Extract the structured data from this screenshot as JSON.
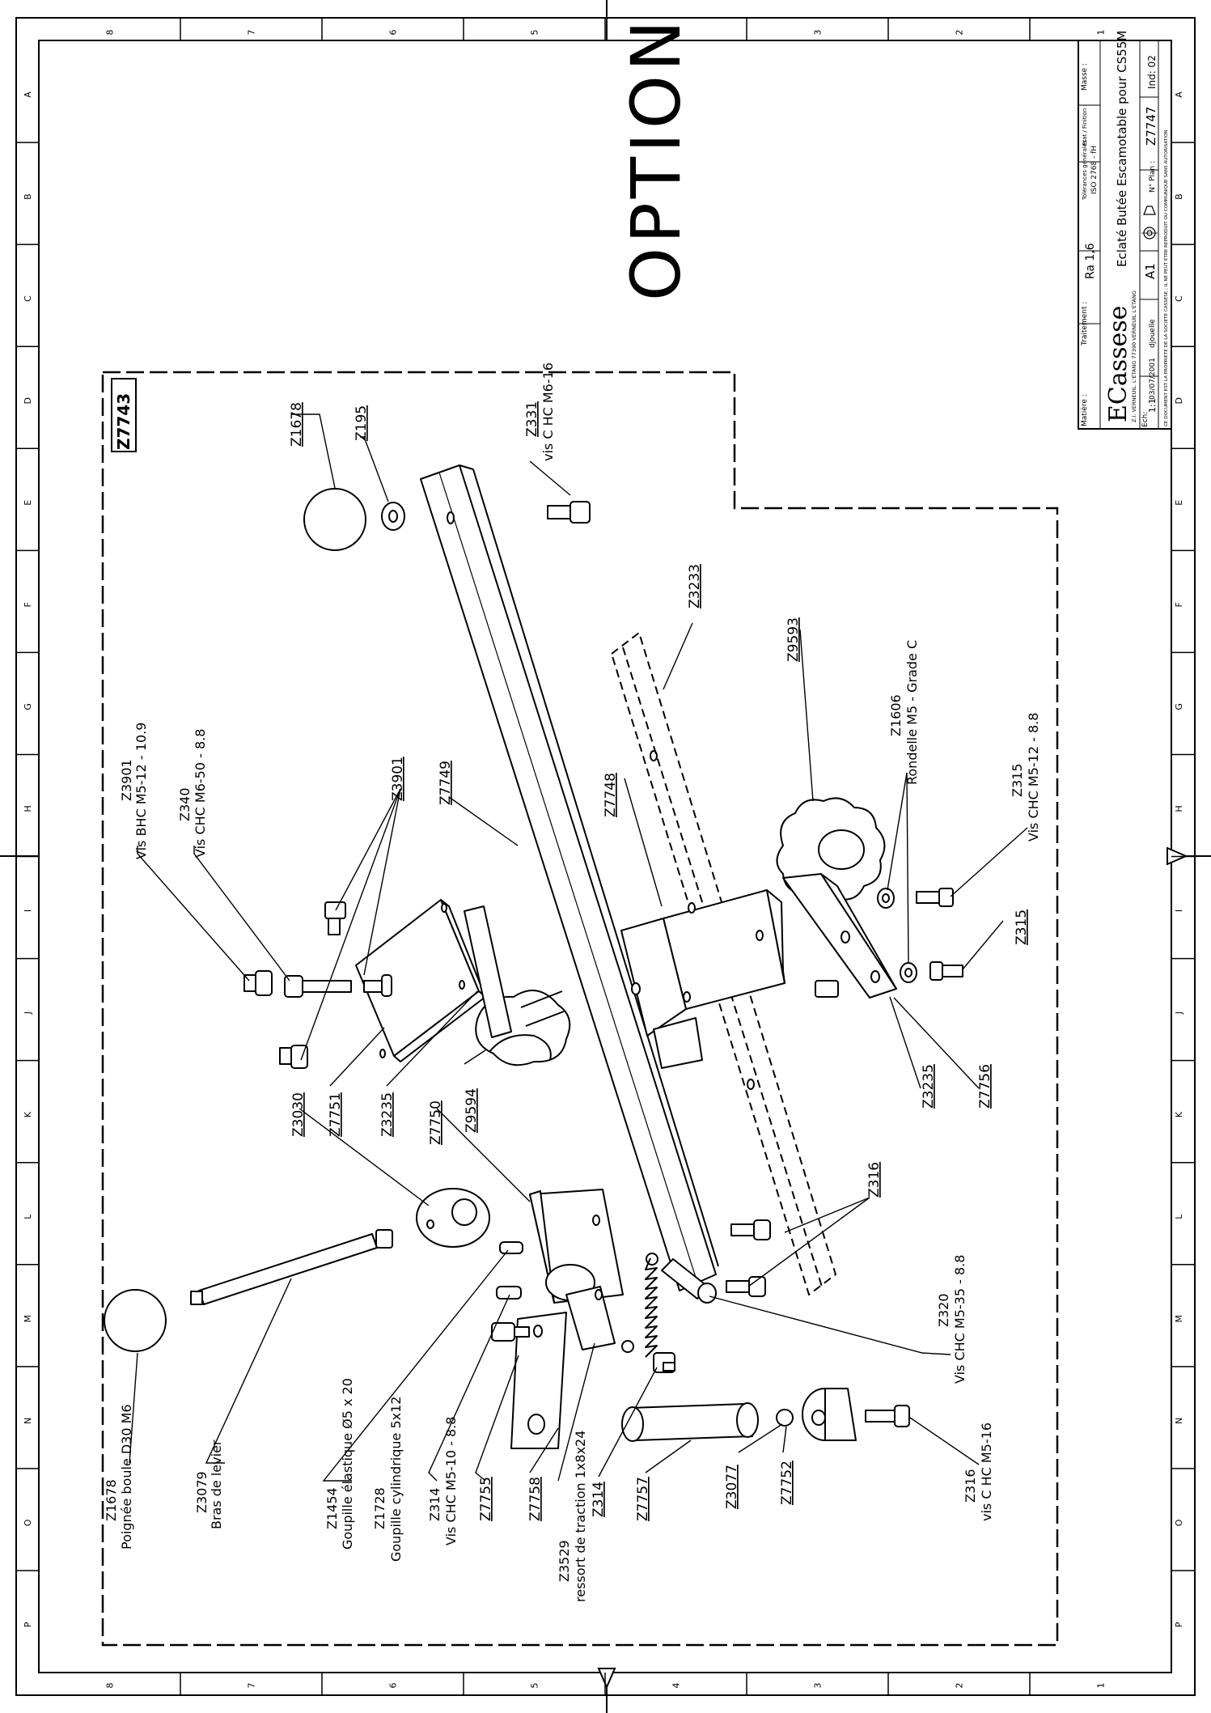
{
  "grid": {
    "columns": [
      "8",
      "7",
      "6",
      "5",
      "4",
      "3",
      "2",
      "1"
    ],
    "rows": [
      "A",
      "B",
      "C",
      "D",
      "E",
      "F",
      "G",
      "H",
      "I",
      "J",
      "K",
      "L",
      "M",
      "N",
      "O",
      "P"
    ]
  },
  "drawing": {
    "watermark": "OPTION",
    "assembly_ref": "Z7743"
  },
  "title_block": {
    "company": "ECassese",
    "address": "Z.I. VERNEUIL. L'ETANG 77390 VERNEUIL L'ETANG",
    "roughness": "Ra 1,6",
    "tolerances": "ISO 2768 - fH",
    "title": "Eclaté Butée Escamotable pour CS55M",
    "format": "A1",
    "plan_label": "N° Plan :",
    "plan_number": "Z7747",
    "index": "Ind: 02",
    "scale_label": "Ech:",
    "scale": "1:1",
    "date": "03/07/2001",
    "drawn_by": "djouelle",
    "header_cells": [
      "Matière :",
      "Traitement :",
      "Tolérances générales :",
      "Etat / Finition :",
      "Masse :"
    ],
    "legal": "CE DOCUMENT EST LA PROPRIETE DE LA SOCIETE CASSESE ; IL NE PEUT ETRE REPRODUIT OU COMMUNIQUE SANS AUTORISATION"
  },
  "labels": {
    "z1678_top": "Z1678",
    "z195": "Z195",
    "z331_a": "Z331",
    "z331_b": "vis C HC M6-16",
    "z3233": "Z3233",
    "z9593": "Z9593",
    "z1606_a": "Z1606",
    "z1606_b": "Rondelle M5 - Grade C",
    "z315_top_a": "Z315",
    "z315_top_b": "Vis CHC M5-12 - 8.8",
    "z315_low": "Z315",
    "z7748": "Z7748",
    "z7749": "Z7749",
    "z3901_right": "Z3901",
    "z3901_a": "Z3901",
    "z3901_b": "Vis BHC M5-12 - 10.9",
    "z340_a": "Z340",
    "z340_b": "Vis CHC M6-50 - 8.8",
    "z3235_mid": "Z3235",
    "z7756": "Z7756",
    "z3235_left": "Z3235",
    "z7751": "Z7751",
    "z9594": "Z9594",
    "z7750": "Z7750",
    "z3030": "Z3030",
    "z316_mid": "Z316",
    "z320_a": "Z320",
    "z320_b": "Vis CHC M5-35 - 8.8",
    "z316_low_a": "Z316",
    "z316_low_b": "vis C HC M5-16",
    "z7752": "Z7752",
    "z3077": "Z3077",
    "z7757": "Z7757",
    "z314_r": "Z314",
    "z3529_a": "Z3529",
    "z3529_b": "ressort de traction 1x8x24",
    "z7758": "Z7758",
    "z7755": "Z7755",
    "z314_l_a": "Z314",
    "z314_l_b": "Vis CHC M5-10 - 8.8",
    "z1728_a": "Z1728",
    "z1728_b": "Goupille cylindrique 5x12",
    "z1454_a": "Z1454",
    "z1454_b": "Goupille élastique Ø5 x 20",
    "z3079_a": "Z3079",
    "z3079_b": "Bras de levier",
    "z1678_low_a": "Z1678",
    "z1678_low_b": "Poignée boule D30 M6"
  },
  "colors": {
    "ink": "#000000",
    "paper": "#ffffff"
  }
}
